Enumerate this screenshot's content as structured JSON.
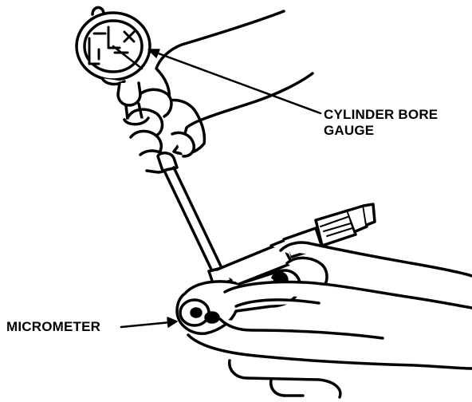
{
  "labels": {
    "gauge_line1": "CYLINDER BORE",
    "gauge_line2": "GAUGE",
    "micrometer": "MICROMETER"
  },
  "colors": {
    "ink": "#000000",
    "paper": "#ffffff"
  }
}
